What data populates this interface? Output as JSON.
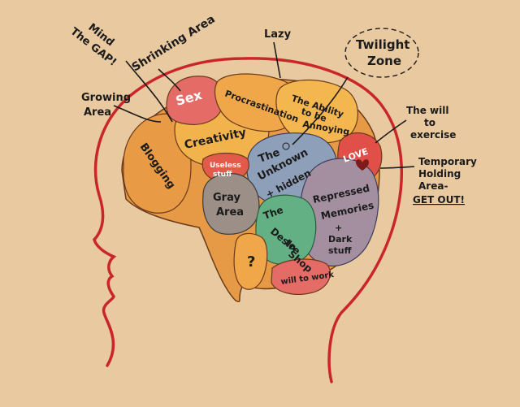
{
  "colors": {
    "background": "#e9c9a0",
    "head_outline": "#c8262b",
    "ink": "#1b1b1b",
    "orange_lobe": "#e79a45",
    "yellow_lobe": "#f2b34d",
    "pink_lobe": "#e46b66",
    "blue_lobe": "#8e9fb9",
    "purple_lobe": "#a38f9f",
    "green_lobe": "#62b083",
    "gray_lobe": "#9b8f88",
    "red_lobe": "#e05048"
  },
  "labels": {
    "mind_the_gap_1": "Mind",
    "mind_the_gap_2": "The GAP!",
    "shrinking_area": "Shrinking Area",
    "lazy": "Lazy",
    "twilight_1": "Twilight",
    "twilight_2": "Zone",
    "growing_1": "Growing",
    "growing_2": "Area",
    "the_will_1": "The will",
    "the_will_2": "to",
    "the_will_3": "exercise",
    "temporary_1": "Temporary",
    "temporary_2": "Holding",
    "temporary_3": "Area-",
    "temporary_4": "GET OUT!"
  },
  "regions": {
    "sex": "Sex",
    "procrastination": "Procrastination",
    "ability_1": "The Ability",
    "ability_2": "to be",
    "ability_3": "Annoying",
    "creativity": "Creativity",
    "blogging": "Blogging",
    "useless_1": "Useless",
    "useless_2": "stuff",
    "unknown_1": "The",
    "unknown_2": "Unknown",
    "unknown_3": "+ hidden",
    "love": "LOVE",
    "gray_1": "Gray",
    "gray_2": "Area",
    "repressed_1": "Repressed",
    "repressed_2": "Memories",
    "repressed_3": "+",
    "repressed_4": "Dark",
    "repressed_5": "stuff",
    "desire_1": "The",
    "desire_2": "Desire",
    "desire_3": "to",
    "desire_4": "Shop",
    "question": "?",
    "will_to_work": "will to work"
  }
}
